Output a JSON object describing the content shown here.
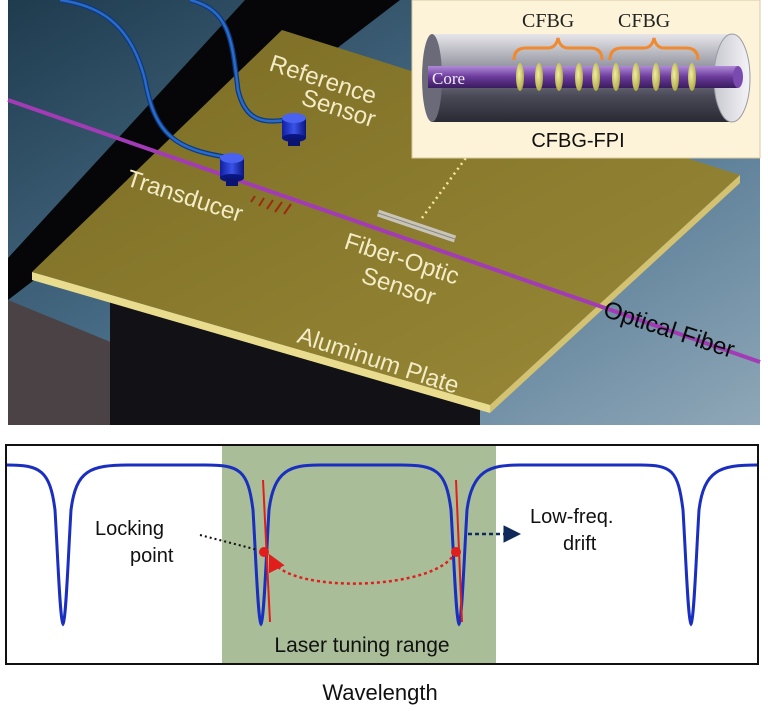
{
  "setup": {
    "reference_sensor_line1": "Reference",
    "reference_sensor_line2": "Sensor",
    "transducer": "Transducer",
    "fiber_optic_sensor_line1": "Fiber-Optic",
    "fiber_optic_sensor_line2": "Sensor",
    "aluminum_plate": "Aluminum Plate",
    "optical_fiber": "Optical Fiber"
  },
  "inset": {
    "grating_1": "CFBG",
    "grating_2": "CFBG",
    "core": "Core",
    "caption": "CFBG-FPI"
  },
  "spectrum": {
    "locking_point_line1": "Locking",
    "locking_point_line2": "point",
    "drift_line1": "Low-freq.",
    "drift_line2": "drift",
    "tuning_range": "Laser tuning range",
    "xlabel": "Wavelength"
  },
  "colors": {
    "plate": "#8a7a2c",
    "plate_edge": "#e9dc8e",
    "fiber": "#a23bb5",
    "spectrum_line": "#1a2fc0",
    "tuning_band": "#a9be98",
    "locking_marker": "#e01e1e",
    "inset_bg": "#fdf3d8"
  }
}
